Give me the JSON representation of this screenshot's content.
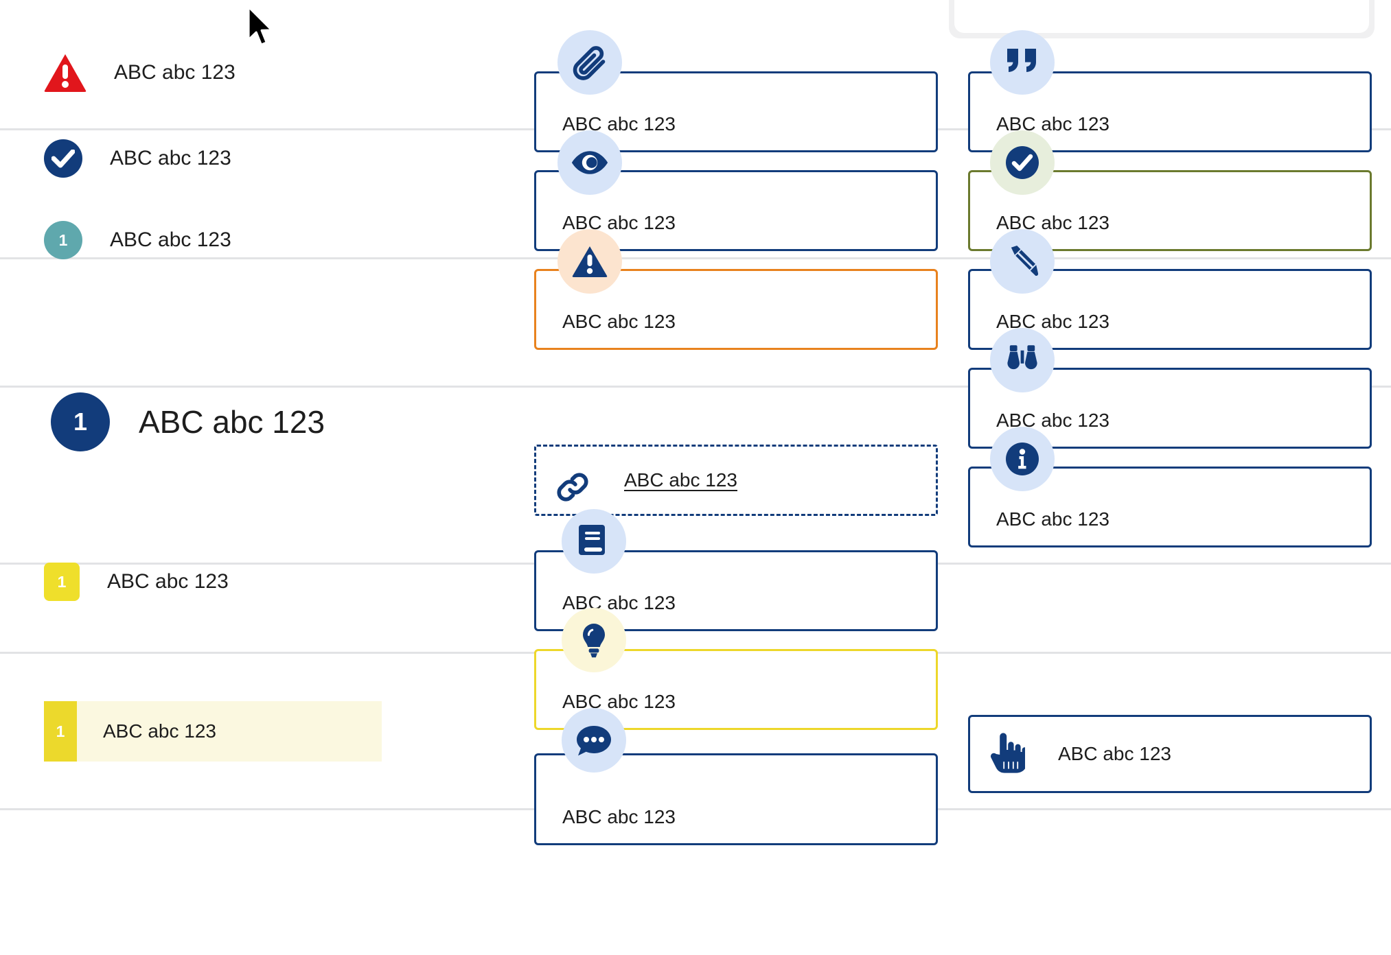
{
  "sample_text": "ABC abc 123",
  "colors": {
    "navy": "#123c7b",
    "red": "#e1161c",
    "teal": "#5fa8ad",
    "yellow": "#efdf2b",
    "orange": "#e8821e",
    "olive": "#6b7a2e",
    "icon_bg_blue": "#d7e4f8",
    "icon_bg_peach": "#fce4cf",
    "icon_bg_green": "#e7eedc",
    "icon_bg_cream": "#fbf6d8",
    "selected_row_bg": "#fbf8e0",
    "divider": "#e2e3e5"
  },
  "left_panel": {
    "items": [
      {
        "icon": "warning-triangle-icon",
        "badge_value": "",
        "label": "ABC abc 123"
      },
      {
        "icon": "check-circle-icon",
        "badge_value": "",
        "label": "ABC abc 123"
      },
      {
        "icon": "number-circle-teal-icon",
        "badge_value": "1",
        "label": "ABC abc 123"
      },
      {
        "icon": "number-circle-navy-large-icon",
        "badge_value": "1",
        "label": "ABC abc 123"
      },
      {
        "icon": "number-square-yellow-icon",
        "badge_value": "1",
        "label": "ABC abc 123"
      }
    ],
    "selected_item": {
      "icon": "number-marker-yellow-icon",
      "badge_value": "1",
      "label": "ABC abc 123"
    }
  },
  "middle_column": {
    "cards": [
      {
        "icon": "paperclip-icon",
        "icon_bg": "blue",
        "border": "navy",
        "style": "solid",
        "label": "ABC abc 123",
        "link": false
      },
      {
        "icon": "eye-icon",
        "icon_bg": "blue",
        "border": "navy",
        "style": "solid",
        "label": "ABC abc 123",
        "link": false
      },
      {
        "icon": "warning-icon",
        "icon_bg": "peach",
        "border": "orange",
        "style": "solid",
        "label": "ABC abc 123",
        "link": false
      },
      {
        "icon": "link-icon",
        "icon_bg": "none",
        "border": "navy",
        "style": "dashed",
        "label": "ABC abc 123",
        "link": true
      },
      {
        "icon": "book-icon",
        "icon_bg": "blue",
        "border": "navy",
        "style": "solid",
        "label": "ABC abc 123",
        "link": false
      },
      {
        "icon": "lightbulb-icon",
        "icon_bg": "cream",
        "border": "yellow",
        "style": "solid",
        "label": "ABC abc 123",
        "link": false
      },
      {
        "icon": "comment-icon",
        "icon_bg": "blue",
        "border": "navy",
        "style": "solid",
        "label": "ABC abc 123",
        "link": false
      }
    ]
  },
  "right_column": {
    "cards": [
      {
        "icon": "quote-icon",
        "icon_bg": "blue",
        "border": "navy",
        "style": "solid",
        "label": "ABC abc 123",
        "link": false
      },
      {
        "icon": "check-icon",
        "icon_bg": "green",
        "border": "olive",
        "style": "solid",
        "label": "ABC abc 123",
        "link": false
      },
      {
        "icon": "pencil-icon",
        "icon_bg": "blue",
        "border": "navy",
        "style": "solid",
        "label": "ABC abc 123",
        "link": false
      },
      {
        "icon": "binoculars-icon",
        "icon_bg": "blue",
        "border": "navy",
        "style": "solid",
        "label": "ABC abc 123",
        "link": false
      },
      {
        "icon": "info-icon",
        "icon_bg": "blue",
        "border": "navy",
        "style": "solid",
        "label": "ABC abc 123",
        "link": false
      },
      {
        "icon": "hand-pointer-icon",
        "icon_bg": "none",
        "border": "navy",
        "style": "solid",
        "label": "ABC abc 123",
        "link": false
      }
    ]
  },
  "cursor": {
    "icon": "mouse-pointer-icon"
  }
}
